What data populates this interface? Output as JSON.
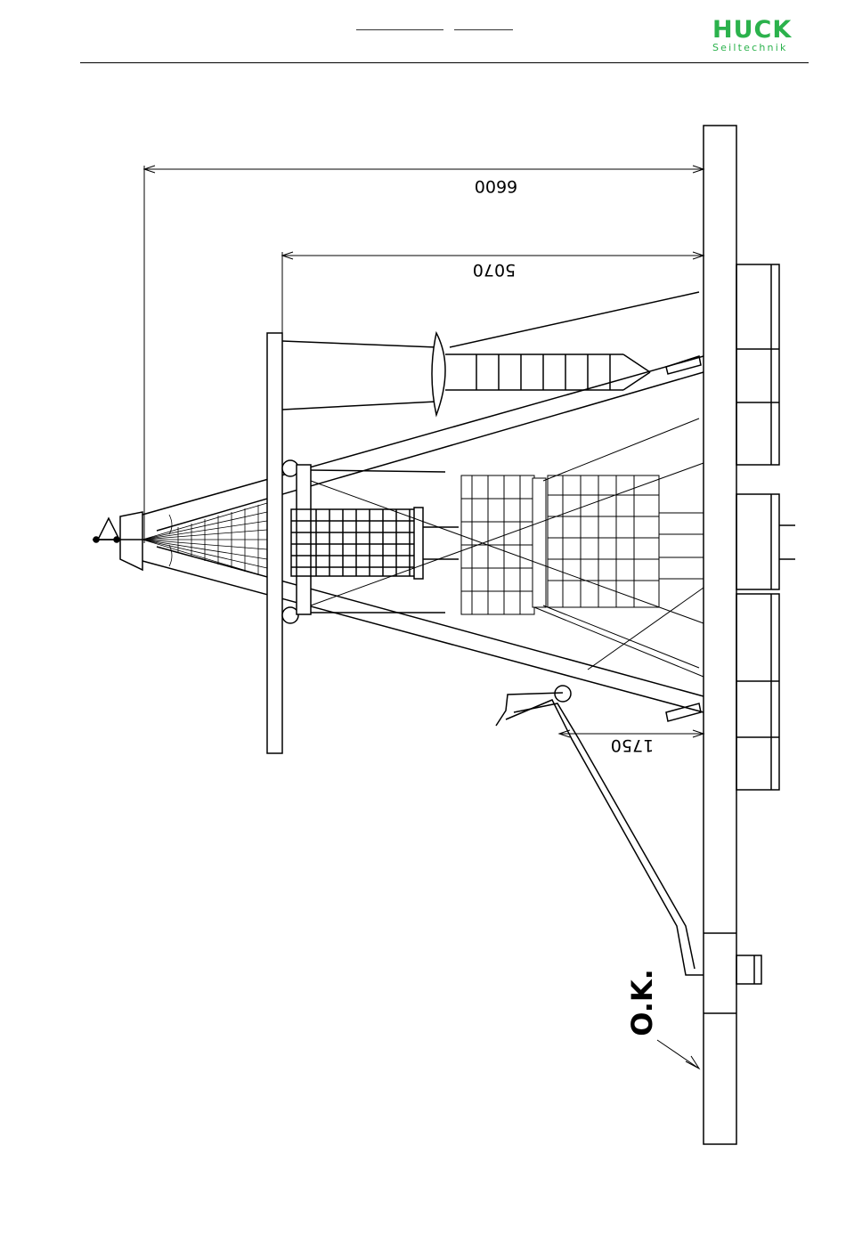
{
  "header": {
    "logo_main": "HUCK",
    "logo_sub": "Seiltechnik",
    "brand_color": "#2bb24c"
  },
  "drawing": {
    "dimensions": [
      "6600",
      "5070",
      "1750"
    ],
    "level_label": "O.K."
  }
}
